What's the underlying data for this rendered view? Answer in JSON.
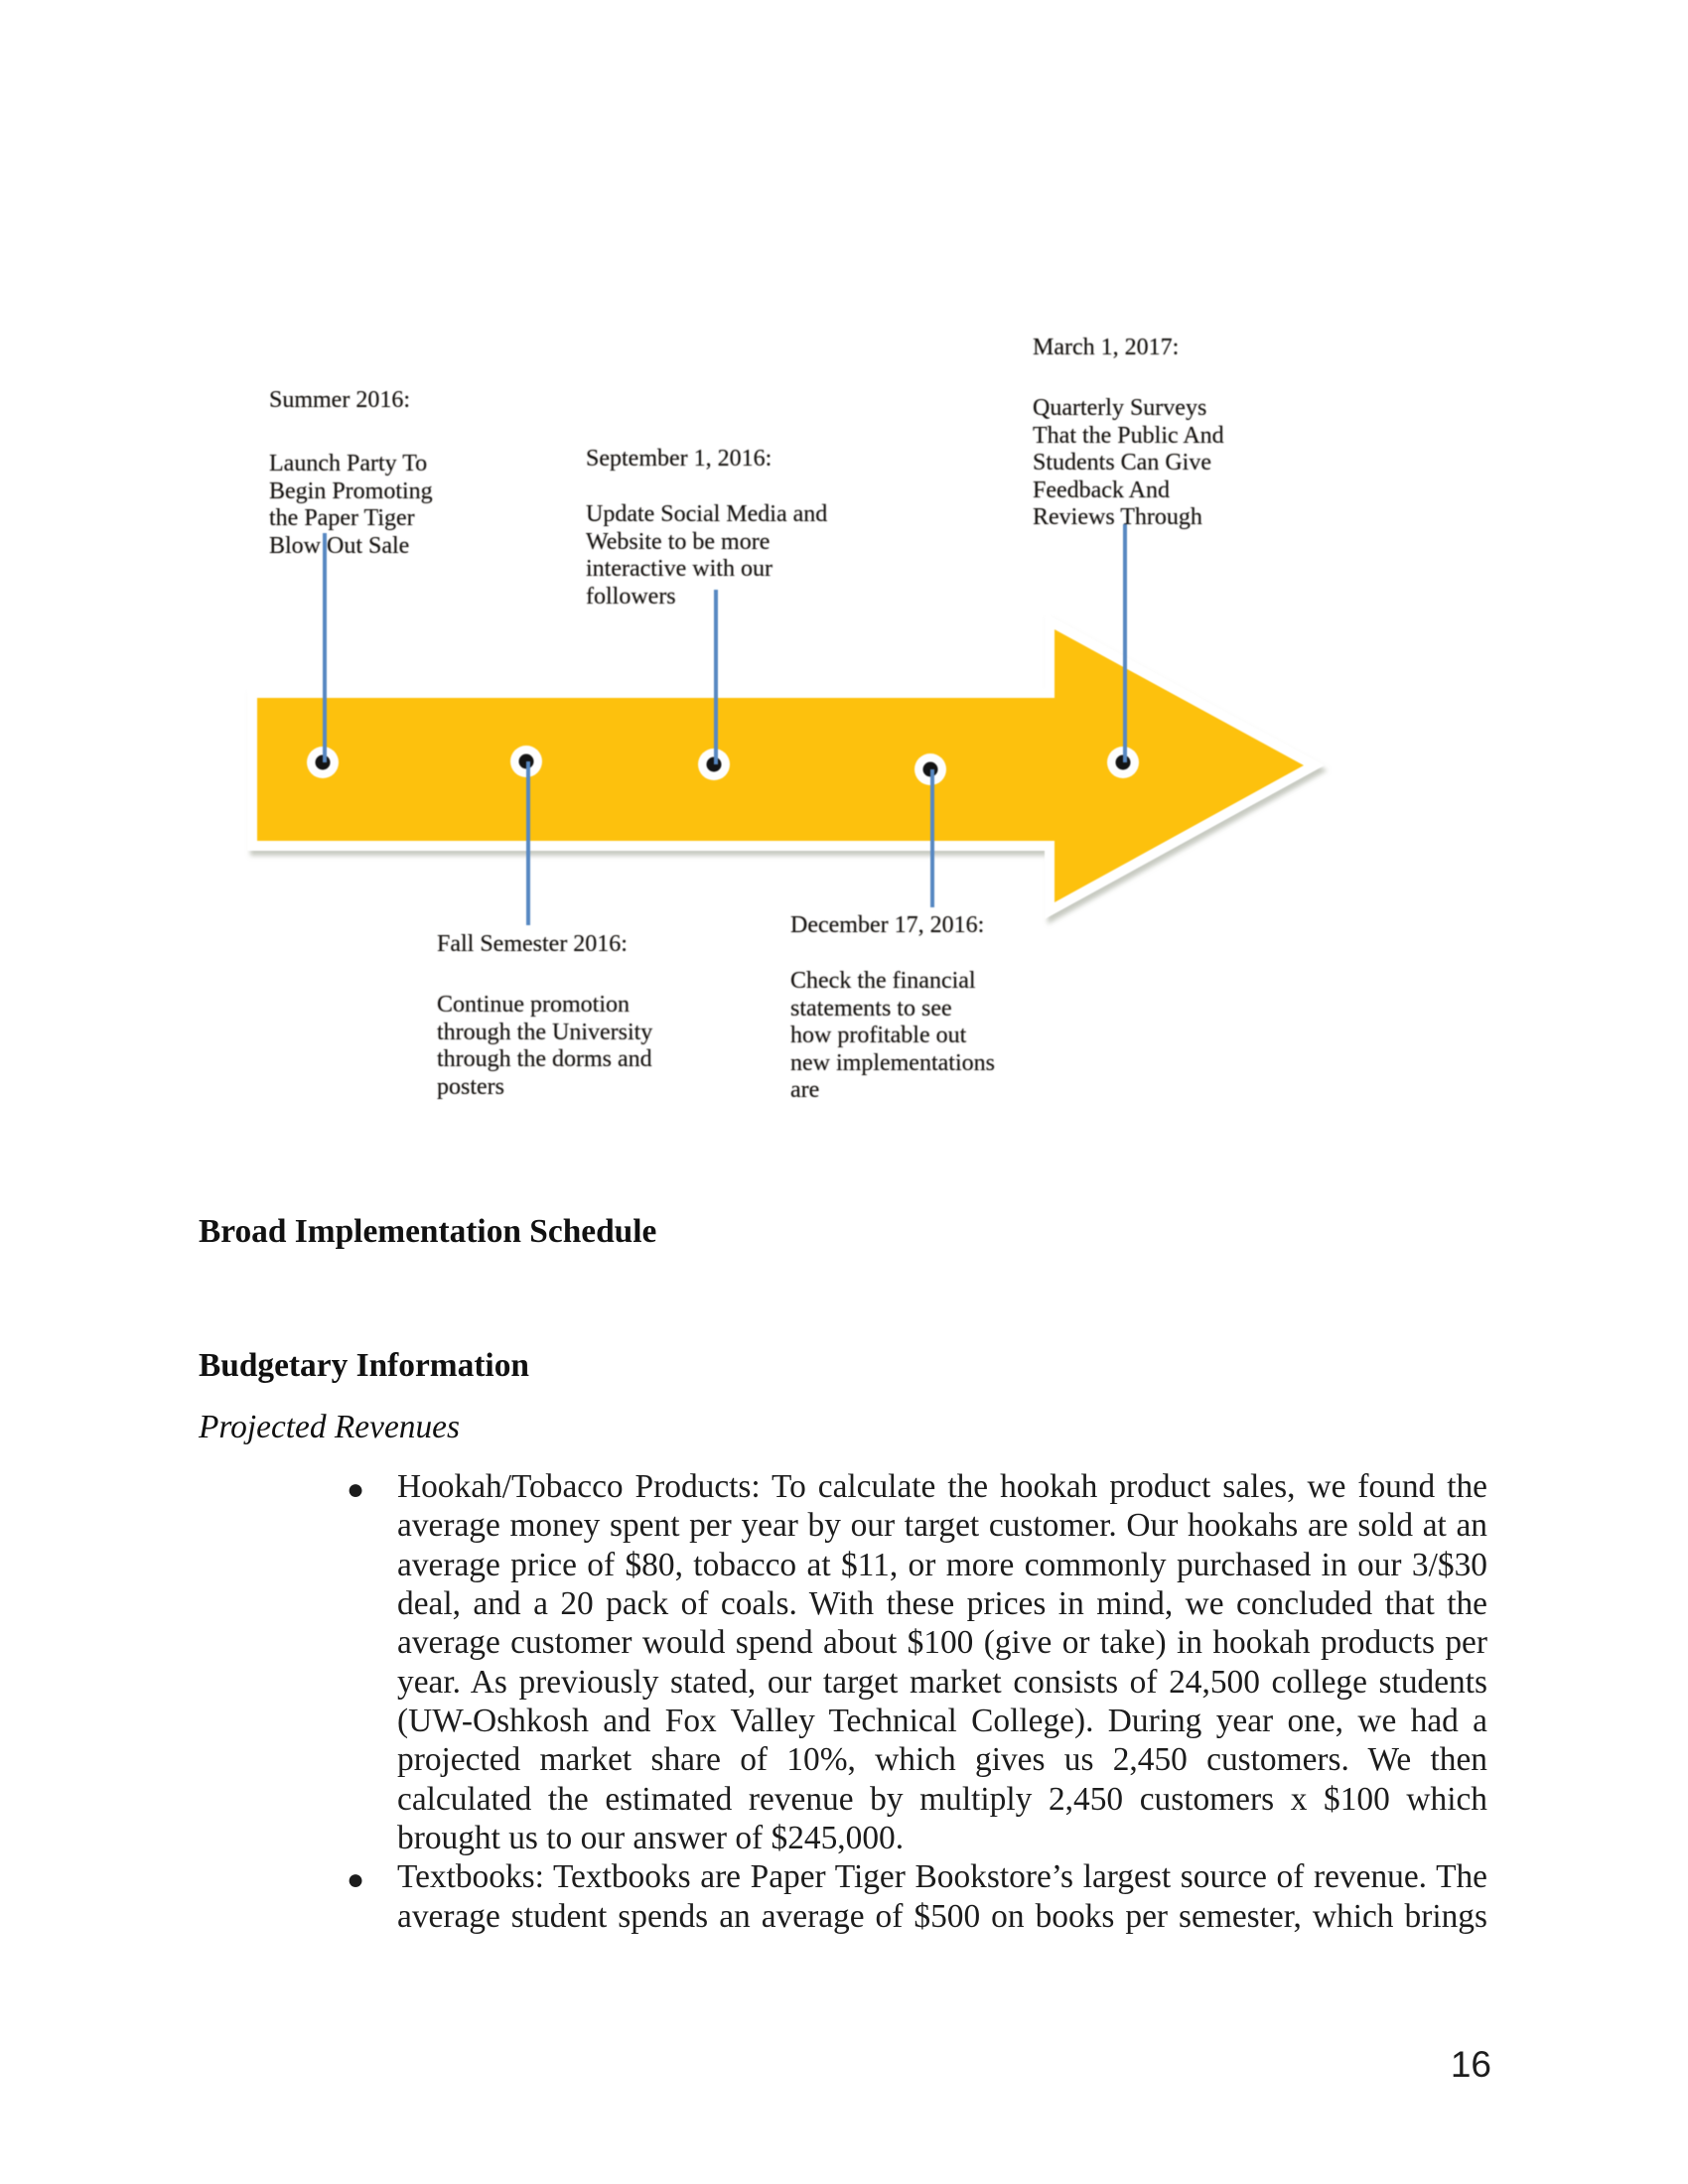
{
  "timeline": {
    "colors": {
      "arrow": "#FDC107",
      "outline": "#FFFFFF",
      "connector": "#5788C2",
      "dot": "#141414",
      "dot_ring": "#FEFEFE"
    },
    "labels": [
      {
        "heading": "Summer 2016:",
        "lines": [
          "Launch Party To",
          "Begin Promoting",
          "the Paper Tiger",
          "Blow Out Sale"
        ]
      },
      {
        "heading": "September 1, 2016:",
        "lines": [
          "Update Social Media and",
          "Website to be more",
          "interactive with our",
          "followers"
        ]
      },
      {
        "heading": "March 1, 2017:",
        "lines": [
          "Quarterly Surveys",
          "That the Public And",
          "Students Can Give",
          "Feedback And",
          "Reviews Through"
        ]
      },
      {
        "heading": "Fall Semester 2016:",
        "lines": [
          "Continue promotion",
          "through the University",
          "through the dorms and",
          "posters"
        ]
      },
      {
        "heading": "December 17, 2016:",
        "lines": [
          "Check the financial",
          "statements to see",
          "how profitable out",
          "new implementations",
          "are"
        ]
      }
    ]
  },
  "document": {
    "headings": {
      "schedule": "Broad Implementation Schedule",
      "budget": "Budgetary Information",
      "revenues": "Projected Revenues"
    },
    "bullet_glyph": "●",
    "bullets": [
      {
        "lines": [
          "Hookah/Tobacco Products: To calculate the hookah product sales, we found the",
          "average money spent per year by our target customer. Our hookahs are sold at an",
          "average price of $80, tobacco at $11, or more commonly purchased in our 3/$30",
          "deal, and a 20 pack of coals. With these prices in mind, we concluded that the",
          "average customer would spend about $100 (give or take) in hookah products per",
          "year. As previously stated, our target market consists of 24,500 college students",
          "(UW-Oshkosh and Fox Valley Technical College). During year one, we had a",
          "projected market share of 10%, which gives us 2,450 customers. We then",
          "calculated the estimated revenue by multiply 2,450 customers x $100 which",
          "brought us to our answer of $245,000."
        ]
      },
      {
        "lines": [
          "Textbooks: Textbooks are Paper Tiger Bookstore’s largest source of revenue. The",
          "average student spends an average of $500 on books per semester, which brings"
        ]
      }
    ],
    "page_number": "16"
  }
}
